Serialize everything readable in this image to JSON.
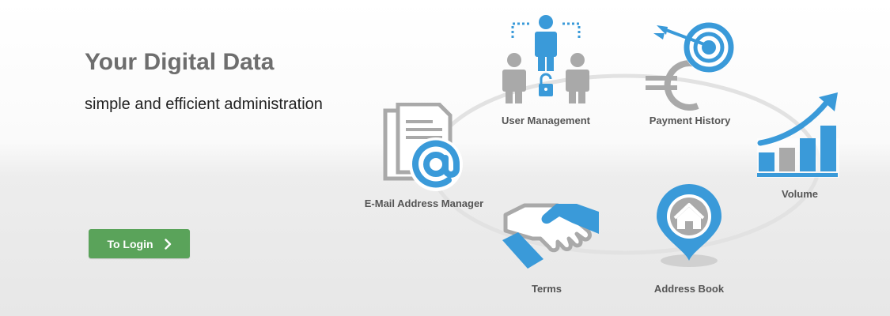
{
  "hero": {
    "title": "Your Digital Data",
    "subtitle": "simple and efficient administration",
    "login_label": "To Login"
  },
  "features": {
    "user_management": "User Management",
    "payment_history": "Payment History",
    "email_manager": "E-Mail Address Manager",
    "volume": "Volume",
    "terms": "Terms",
    "address_book": "Address Book"
  },
  "icons": [
    "user-management-icon",
    "payment-history-icon",
    "email-manager-icon",
    "volume-icon",
    "terms-icon",
    "address-book-icon",
    "chevron-right-icon"
  ],
  "colors": {
    "accent_blue": "#3a9ad9",
    "icon_gray": "#a9a9a9",
    "button_green": "#5aa35a",
    "text_dark": "#222222",
    "title_gray": "#6e6e6e"
  }
}
